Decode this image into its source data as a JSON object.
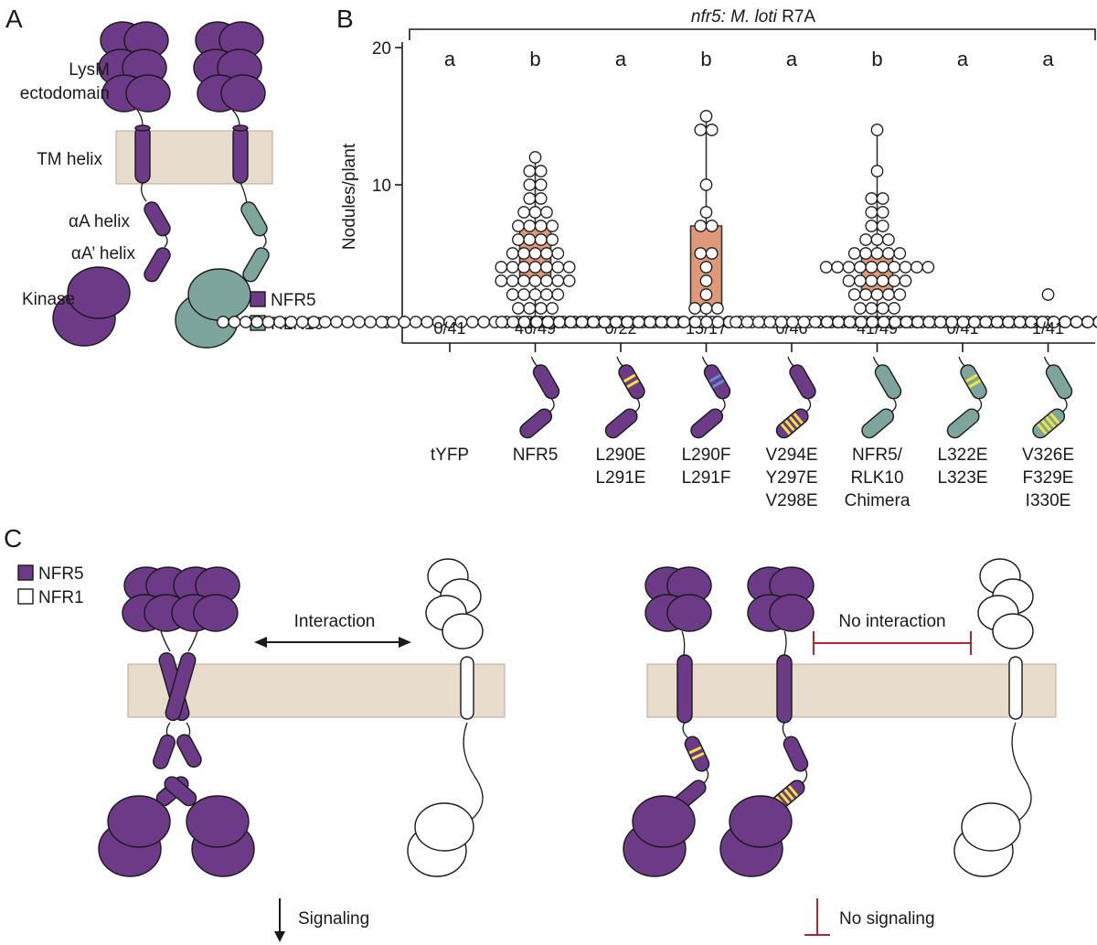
{
  "panels": {
    "a": "A",
    "b": "B",
    "c": "C"
  },
  "panel_a": {
    "labels": {
      "lysm": "LysM",
      "ectodomain": "ectodomain",
      "tm": "TM helix",
      "aa": "αA helix",
      "aa_prime": "αA’ helix",
      "kinase": "Kinase"
    },
    "legend": [
      {
        "name": "NFR5",
        "color": "#6c3a86"
      },
      {
        "name": "RLK10",
        "color": "#7ea59d"
      }
    ]
  },
  "panel_c": {
    "legend": [
      {
        "name": "NFR5",
        "color": "#6c3a86"
      },
      {
        "name": "NFR1",
        "color": "#ffffff"
      }
    ],
    "interaction": "Interaction",
    "no_interaction": "No interaction",
    "signaling": "Signaling",
    "no_signaling": "No signaling"
  },
  "colors": {
    "nfr5": "#6c3a86",
    "rlk10": "#7ea59d",
    "mutation_yellow": "#f2e53a",
    "mutation_blue": "#5b8fd6",
    "membrane": "#e8dccc",
    "violin": "#e0987a",
    "inhibit_red": "#b3262b"
  },
  "chart_data": {
    "type": "scatter",
    "title_italic": "nfr5: M. loti",
    "title_rest": " R7A",
    "ylabel": "Nodules/plant",
    "ylim": [
      0,
      20
    ],
    "yticks": [
      "0",
      "10",
      "20"
    ],
    "categories": [
      {
        "lines": [
          "tYFP"
        ],
        "sig": "a",
        "count": "0/41",
        "icon": "none",
        "values": [
          0,
          0,
          0,
          0,
          0,
          0,
          0,
          0,
          0,
          0,
          0,
          0,
          0,
          0,
          0,
          0,
          0,
          0,
          0,
          0,
          0,
          0,
          0,
          0,
          0,
          0,
          0,
          0,
          0,
          0,
          0,
          0,
          0,
          0,
          0,
          0,
          0,
          0,
          0,
          0,
          0
        ]
      },
      {
        "lines": [
          "NFR5"
        ],
        "sig": "b",
        "count": "46/49",
        "icon": "nfr5",
        "box": [
          3,
          7
        ],
        "values": [
          0,
          0,
          0,
          1,
          1,
          1,
          1,
          2,
          2,
          2,
          2,
          2,
          3,
          3,
          3,
          3,
          3,
          3,
          3,
          4,
          4,
          4,
          4,
          4,
          4,
          4,
          5,
          5,
          5,
          5,
          5,
          6,
          6,
          6,
          6,
          7,
          7,
          7,
          7,
          8,
          8,
          8,
          9,
          9,
          10,
          10,
          11,
          11,
          12
        ]
      },
      {
        "lines": [
          "L290E",
          "L291E"
        ],
        "sig": "a",
        "count": "0/22",
        "icon": "nfr5_top_yellow",
        "values": [
          0,
          0,
          0,
          0,
          0,
          0,
          0,
          0,
          0,
          0,
          0,
          0,
          0,
          0,
          0,
          0,
          0,
          0,
          0,
          0,
          0,
          0
        ]
      },
      {
        "lines": [
          "L290F",
          "L291F"
        ],
        "sig": "b",
        "count": "15/17",
        "icon": "nfr5_top_blue",
        "box": [
          1,
          7
        ],
        "values": [
          0,
          0,
          1,
          1,
          1,
          2,
          3,
          4,
          5,
          5,
          7,
          7,
          8,
          10,
          14,
          14,
          15
        ]
      },
      {
        "lines": [
          "V294E",
          "Y297E",
          "V298E"
        ],
        "sig": "a",
        "count": "0/46",
        "icon": "nfr5_bottom_yellow",
        "values": [
          0,
          0,
          0,
          0,
          0,
          0,
          0,
          0,
          0,
          0,
          0,
          0,
          0,
          0,
          0,
          0,
          0,
          0,
          0,
          0,
          0,
          0,
          0,
          0,
          0,
          0,
          0,
          0,
          0,
          0,
          0,
          0,
          0,
          0,
          0,
          0,
          0,
          0,
          0,
          0,
          0,
          0,
          0,
          0,
          0,
          0
        ]
      },
      {
        "lines": [
          "NFR5/",
          "RLK10",
          "Chimera"
        ],
        "sig": "b",
        "count": "41/49",
        "icon": "rlk10",
        "box": [
          2,
          5
        ],
        "values": [
          0,
          0,
          0,
          0,
          0,
          0,
          0,
          0,
          1,
          1,
          1,
          1,
          2,
          2,
          2,
          2,
          2,
          3,
          3,
          3,
          3,
          3,
          3,
          4,
          4,
          4,
          4,
          4,
          4,
          4,
          4,
          4,
          4,
          5,
          5,
          5,
          5,
          5,
          6,
          6,
          6,
          7,
          7,
          8,
          8,
          9,
          9,
          11,
          14
        ]
      },
      {
        "lines": [
          "L322E",
          "L323E"
        ],
        "sig": "a",
        "count": "0/41",
        "icon": "rlk10_top_yellow",
        "values": [
          0,
          0,
          0,
          0,
          0,
          0,
          0,
          0,
          0,
          0,
          0,
          0,
          0,
          0,
          0,
          0,
          0,
          0,
          0,
          0,
          0,
          0,
          0,
          0,
          0,
          0,
          0,
          0,
          0,
          0,
          0,
          0,
          0,
          0,
          0,
          0,
          0,
          0,
          0,
          0,
          0
        ]
      },
      {
        "lines": [
          "V326E",
          "F329E",
          "I330E"
        ],
        "sig": "a",
        "count": "1/41",
        "icon": "rlk10_bottom_yellow",
        "values": [
          0,
          0,
          0,
          0,
          0,
          0,
          0,
          0,
          0,
          0,
          0,
          0,
          0,
          0,
          0,
          0,
          0,
          0,
          0,
          0,
          0,
          0,
          0,
          0,
          0,
          0,
          0,
          0,
          0,
          0,
          0,
          0,
          0,
          0,
          0,
          0,
          0,
          0,
          0,
          0,
          2
        ]
      }
    ]
  }
}
